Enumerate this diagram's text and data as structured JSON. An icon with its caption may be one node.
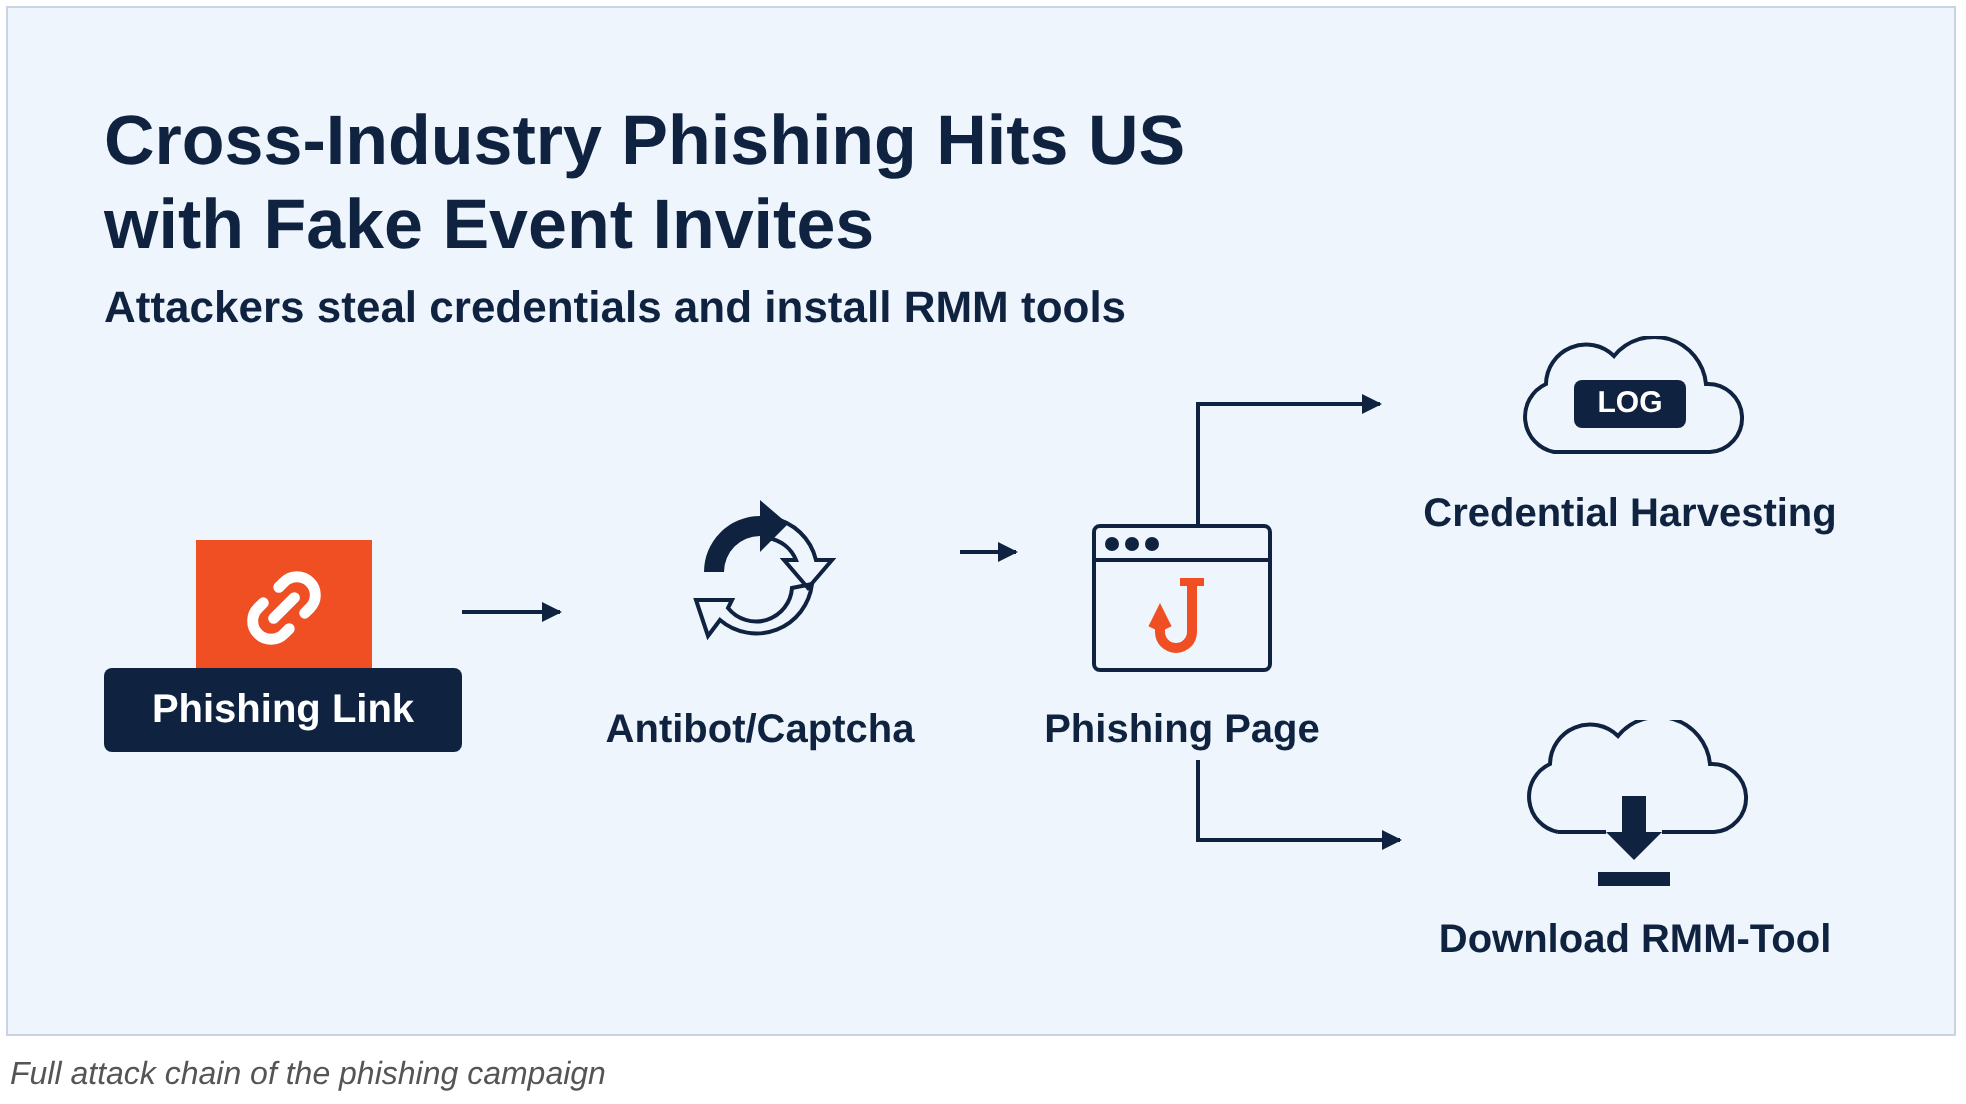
{
  "diagram": {
    "title": "Cross-Industry Phishing Hits US with Fake Event Invites",
    "caption": "Full attack chain of the phishing campaign",
    "nodes": [
      {
        "text": [
          "Phishing Link"
        ]
      },
      {
        "text": [
          "Antibot/Captcha"
        ]
      },
      {
        "text": [
          "Phishing Page"
        ]
      },
      {
        "text": [
          "LOG",
          "Credential Harvesting"
        ]
      },
      {
        "text": [
          "Download RMM-Tool"
        ]
      }
    ],
    "edges": [
      {
        "from": 0,
        "to": 1,
        "arrow": "to"
      },
      {
        "from": 1,
        "to": 2,
        "arrow": "to"
      },
      {
        "from": 2,
        "to": 3,
        "arrow": "to"
      },
      {
        "from": 2,
        "to": 4,
        "arrow": "to"
      }
    ],
    "labels": [
      "Attackers steal credentials and install RMM tools"
    ]
  }
}
